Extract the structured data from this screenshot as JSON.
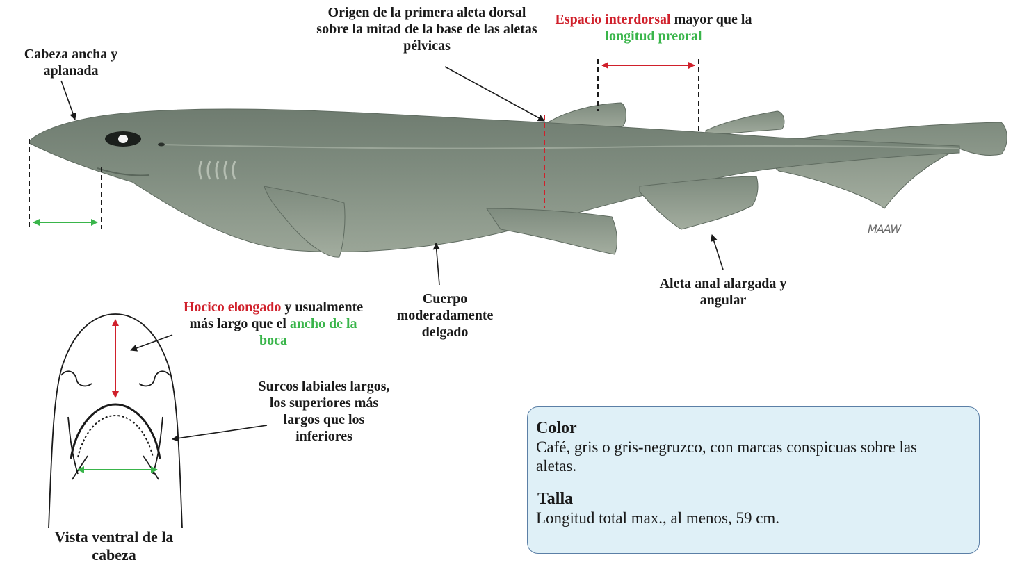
{
  "labels": {
    "head": "Cabeza ancha y aplanada",
    "first_dorsal": "Origen de la primera aleta dorsal sobre la mitad de la base de las aletas pélvicas",
    "interdorsal_red": "Espacio interdorsal",
    "interdorsal_mid": " mayor que la ",
    "interdorsal_green": "longitud preoral",
    "body": "Cuerpo moderadamente delgado",
    "anal_fin": "Aleta anal alargada y angular",
    "snout_red": "Hocico elongado",
    "snout_mid": " y usualmente más largo que el ",
    "snout_green": "ancho de la boca",
    "labial_furrows": "Surcos labiales largos, los superiores más largos que los inferiores",
    "ventral_view": "Vista ventral de la cabeza",
    "signature": "MAAW"
  },
  "info_box": {
    "color_heading": "Color",
    "color_text": "Café, gris o gris-negruzco, con marcas conspicuas sobre las aletas.",
    "size_heading": "Talla",
    "size_text": "Longitud total max., al menos, 59 cm."
  },
  "colors": {
    "red_accent": "#d0202b",
    "green_accent": "#39b54a",
    "shark_body": "#7d8a7d",
    "box_fill": "#dff0f7",
    "box_border": "#5b7fa6",
    "silhouette": "#1e4f63"
  }
}
